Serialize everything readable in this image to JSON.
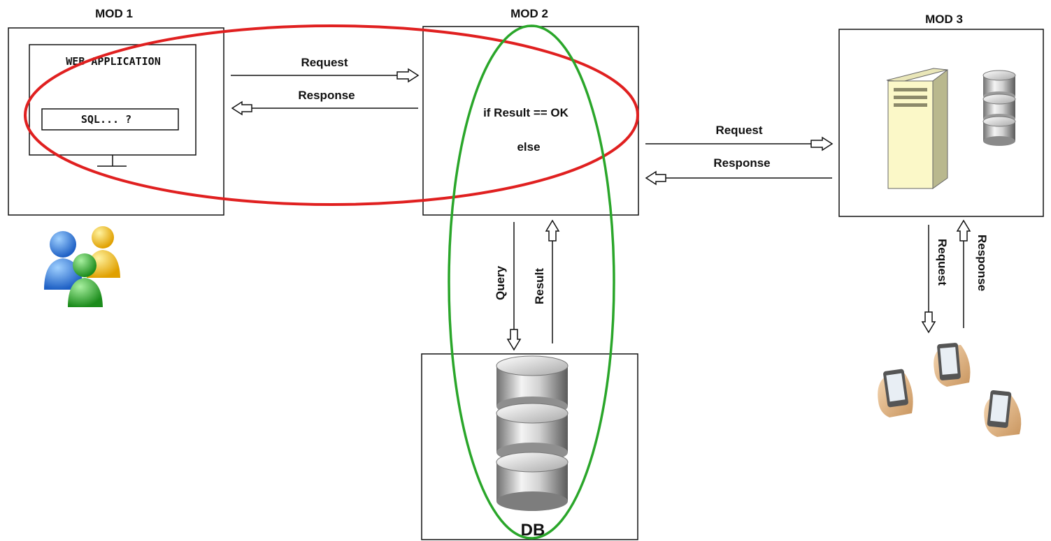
{
  "modules": {
    "mod1": {
      "title": "MOD 1",
      "app_title": "WEB APPLICATION",
      "query_text": "SQL... ?"
    },
    "mod2": {
      "title": "MOD 2",
      "line1": "if Result == OK",
      "line2": "else"
    },
    "mod3": {
      "title": "MOD 3"
    }
  },
  "arrows": {
    "mod1_request": "Request",
    "mod1_response": "Response",
    "mod3_request": "Request",
    "mod3_response": "Response",
    "db_query": "Query",
    "db_result": "Result",
    "phone_request": "Request",
    "phone_response": "Response"
  },
  "db": {
    "label": "DB"
  },
  "colors": {
    "red_ellipse": "#e02020",
    "green_ellipse": "#2aa62a",
    "box_stroke": "#111111",
    "server_body": "#fbf8c8",
    "db_cylinder": "#b9b9b9"
  },
  "icons": [
    "users-icon",
    "server-icon",
    "database-icon",
    "mobile-phone-icon"
  ]
}
